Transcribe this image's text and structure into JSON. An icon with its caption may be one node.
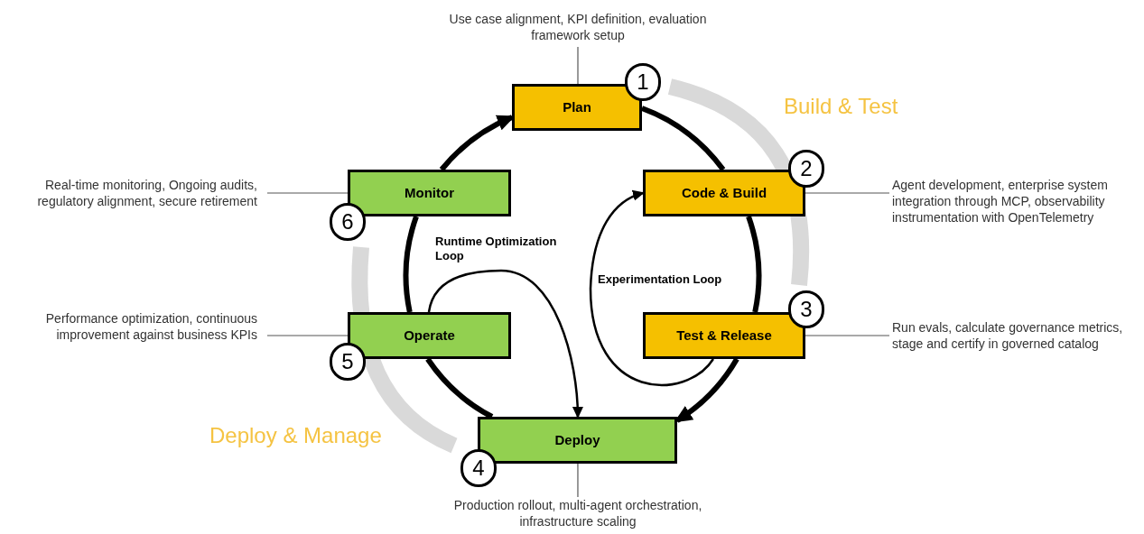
{
  "diagram": {
    "nodes": [
      {
        "text": [
          "Use case alignment, KPI definition, evaluation framework setup"
        ]
      },
      {
        "text": [
          "Plan"
        ]
      },
      {
        "text": [
          "1"
        ]
      },
      {
        "text": [
          "Code & Build"
        ]
      },
      {
        "text": [
          "2"
        ]
      },
      {
        "text": [
          "Agent development, enterprise system integration through MCP, observability instrumentation with OpenTelemetry"
        ]
      },
      {
        "text": [
          "Real-time monitoring, Ongoing audits, regulatory alignment, secure retirement"
        ]
      },
      {
        "text": [
          "Monitor"
        ]
      },
      {
        "text": [
          "6"
        ]
      },
      {
        "text": [
          "Performance optimization, continuous improvement against business KPIs"
        ]
      },
      {
        "text": [
          "Operate"
        ]
      },
      {
        "text": [
          "5"
        ]
      },
      {
        "text": [
          "Test & Release"
        ]
      },
      {
        "text": [
          "3"
        ]
      },
      {
        "text": [
          "Run evals, calculate governance metrics, stage and certify in governed catalog"
        ]
      },
      {
        "text": [
          "Deploy"
        ]
      },
      {
        "text": [
          "4"
        ]
      },
      {
        "text": [
          "Production rollout, multi-agent orchestration, infrastructure scaling"
        ]
      }
    ],
    "edges": [
      {
        "from": 0,
        "to": 1,
        "arrow": "none"
      },
      {
        "from": 5,
        "to": 3,
        "arrow": "none"
      },
      {
        "from": 6,
        "to": 7,
        "arrow": "none"
      },
      {
        "from": 9,
        "to": 10,
        "arrow": "none"
      },
      {
        "from": 14,
        "to": 12,
        "arrow": "none"
      },
      {
        "from": 17,
        "to": 15,
        "arrow": "none"
      },
      {
        "from": 1,
        "to": 3,
        "arrow": "none",
        "style": "thick"
      },
      {
        "from": 3,
        "to": 12,
        "arrow": "none",
        "style": "thick"
      },
      {
        "from": 12,
        "to": 15,
        "arrow": "to",
        "style": "thick"
      },
      {
        "from": 15,
        "to": 10,
        "arrow": "none",
        "style": "thick"
      },
      {
        "from": 10,
        "to": 7,
        "arrow": "none",
        "style": "thick"
      },
      {
        "from": 7,
        "to": 1,
        "arrow": "to",
        "style": "thick"
      },
      {
        "from": 12,
        "to": 3,
        "arrow": "to",
        "label": "Experimentation Loop"
      },
      {
        "from": 10,
        "to": 15,
        "arrow": "to",
        "label": "Runtime Optimization Loop"
      }
    ],
    "labels": [
      "Build & Test",
      "Deploy & Manage"
    ]
  }
}
